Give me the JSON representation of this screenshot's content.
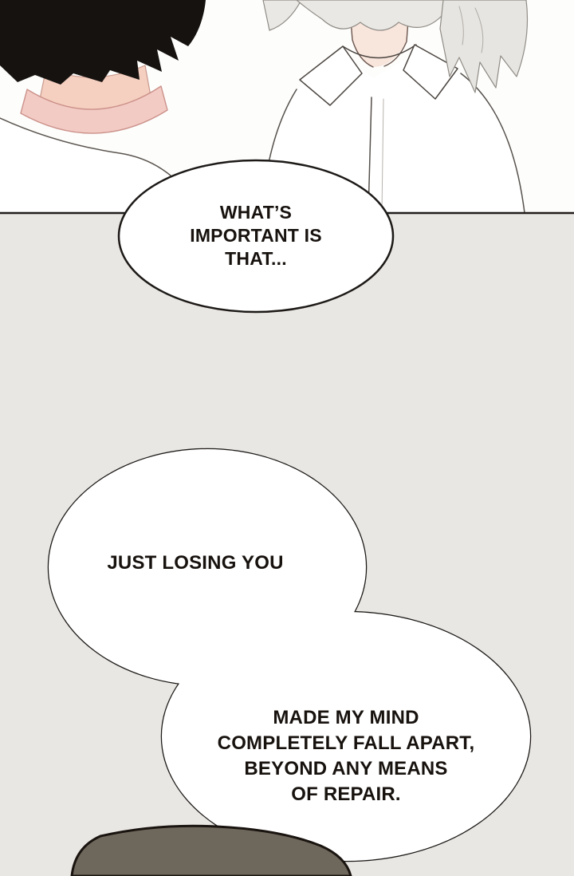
{
  "comic": {
    "bubbles": [
      {
        "text": "WHAT’S\nIMPORTANT IS\nTHAT..."
      },
      {
        "text": "JUST LOSING YOU"
      },
      {
        "text": "MADE MY MIND\nCOMPLETELY FALL APART,\nBEYOND ANY MEANS\nOF REPAIR."
      }
    ],
    "colors": {
      "panel_top_background": "#fdfdfc",
      "panel_bottom_background": "#e9e7e3",
      "bubble_fill": "#ffffff",
      "outline": "#1c1917",
      "hair_black": "#16120f",
      "foreground_head": "#6e675c",
      "skin_left_character": "#f5cfc0",
      "skin_right_character": "#f8e5dc",
      "collar_pink": "#f3cbc5"
    }
  }
}
